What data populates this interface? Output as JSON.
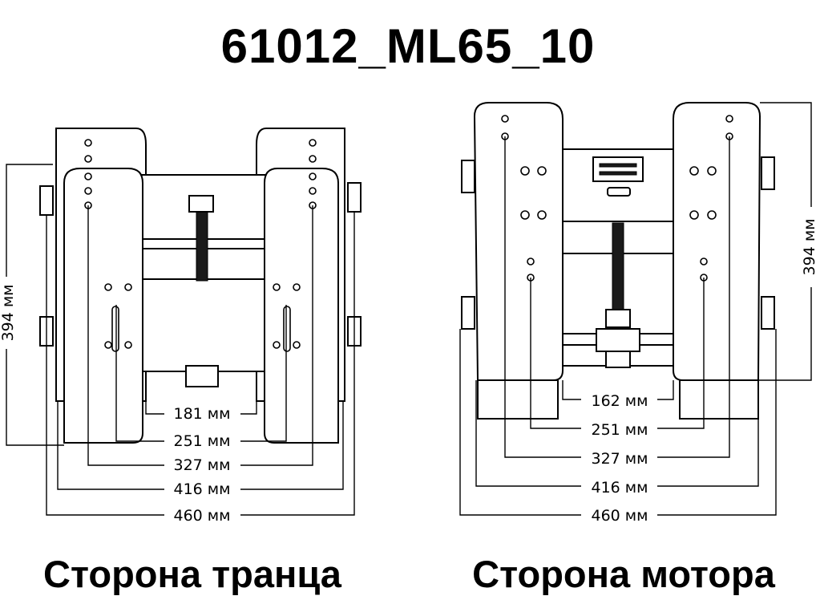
{
  "title": "61012_ML65_10",
  "left_view": {
    "caption": "Сторона транца",
    "height_label": "394 мм",
    "dims": [
      "181 мм",
      "251 мм",
      "327 мм",
      "416 мм",
      "460 мм"
    ]
  },
  "right_view": {
    "caption": "Сторона мотора",
    "height_label": "394 мм",
    "dims": [
      "162 мм",
      "251 мм",
      "327 мм",
      "416 мм",
      "460 мм"
    ]
  }
}
